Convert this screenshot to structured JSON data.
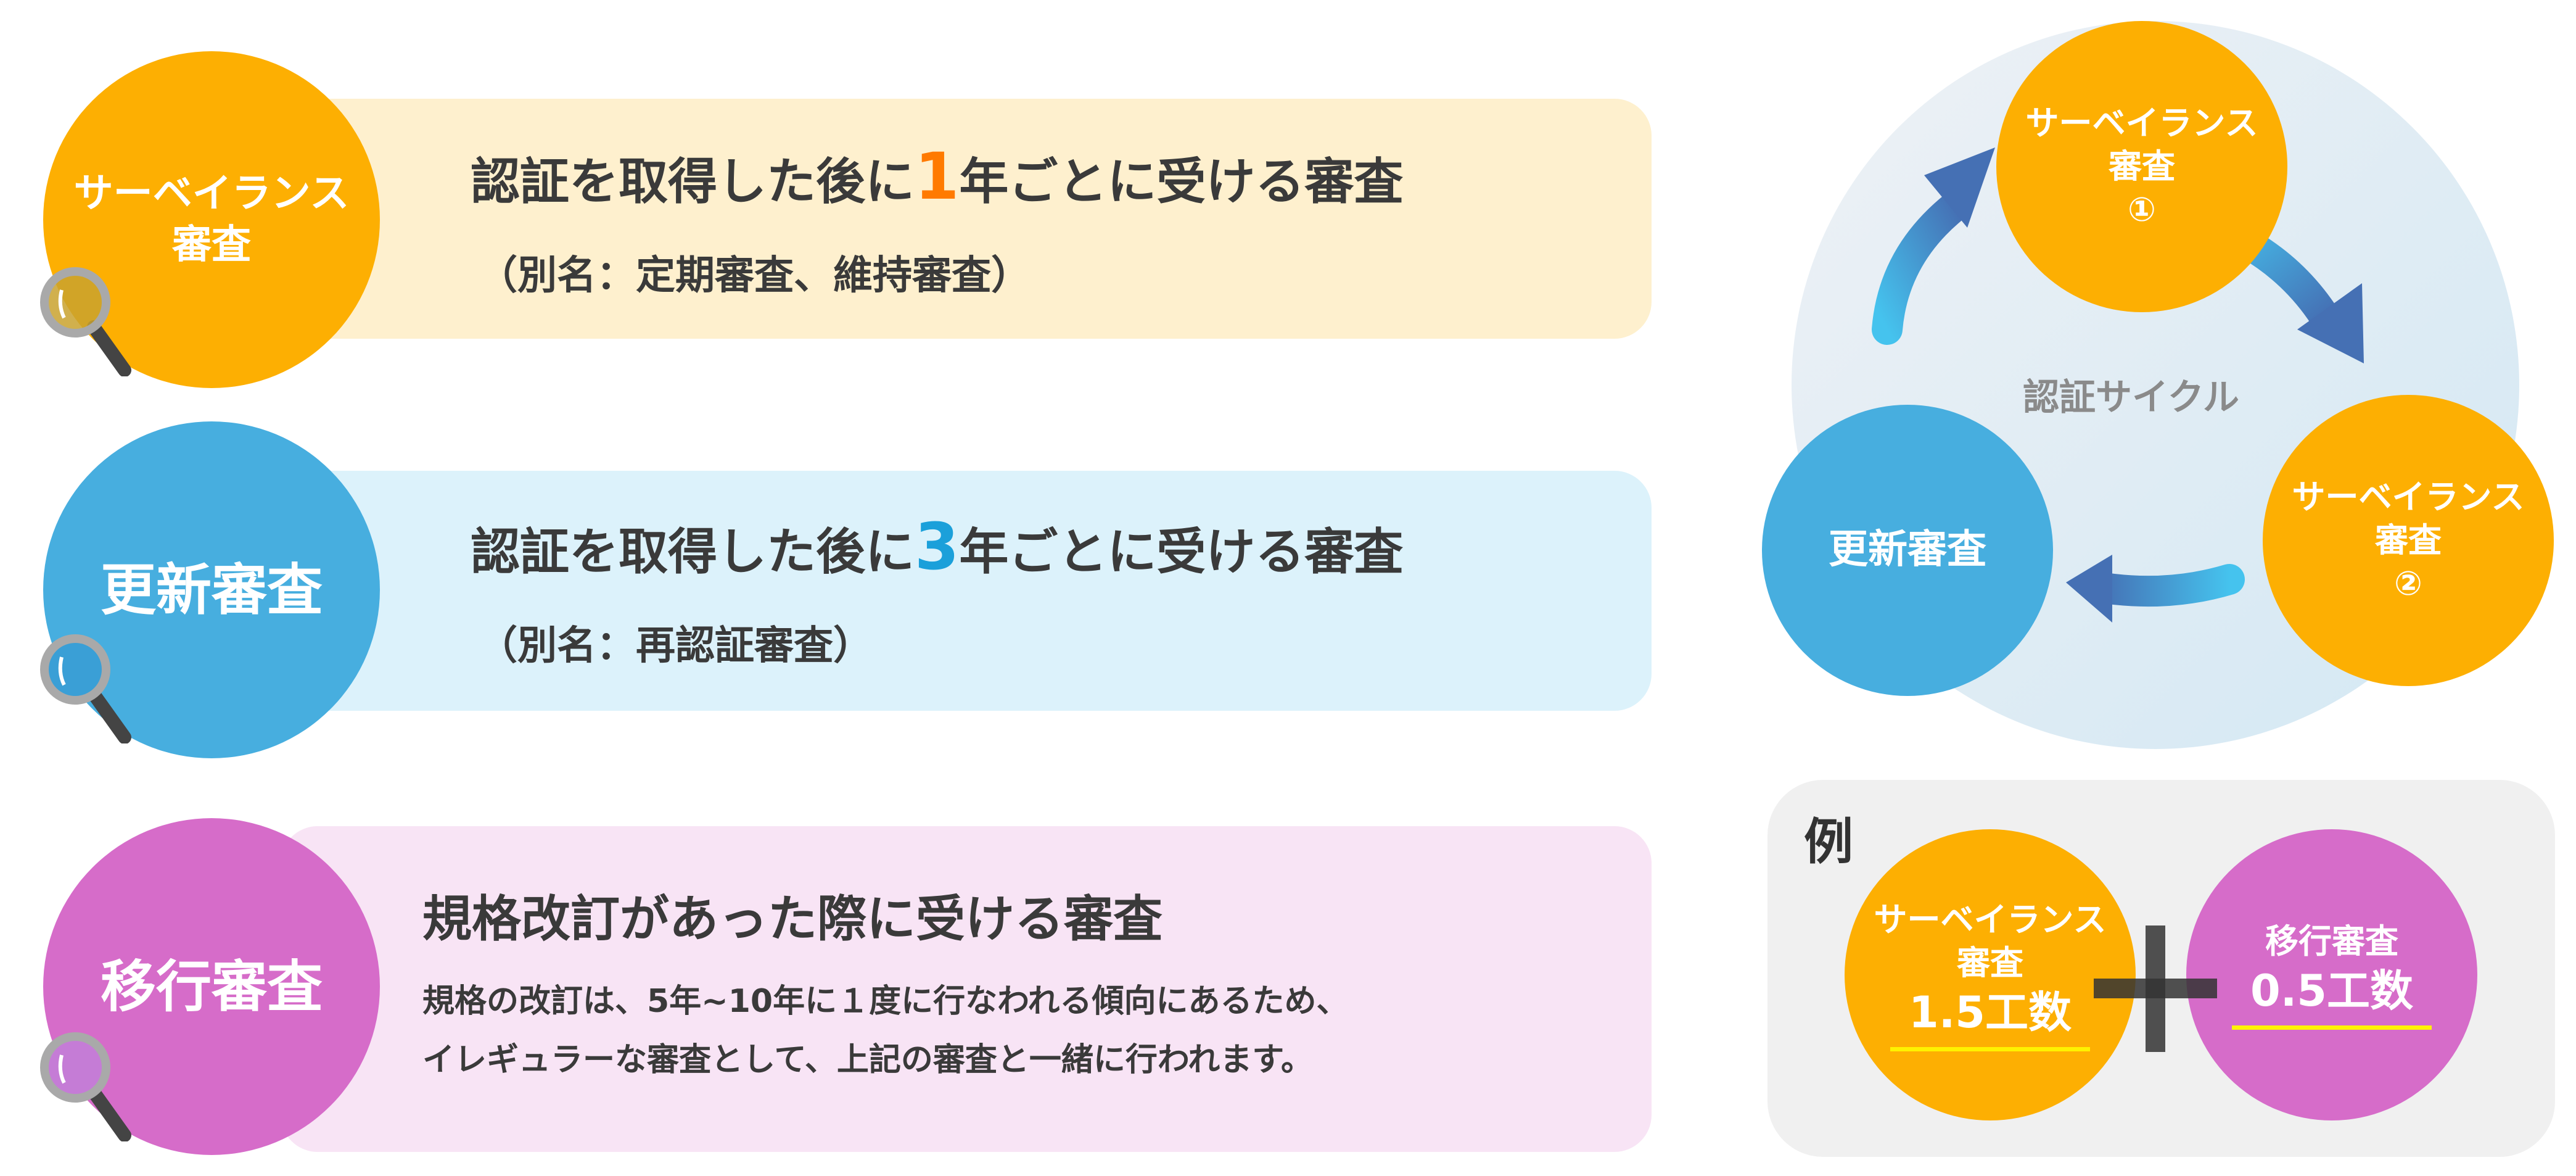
{
  "rows": [
    {
      "badge": [
        "サーベイランス",
        "審査"
      ],
      "main_pre": "認証を取得した後に",
      "highlight": "1",
      "main_post": "年ごとに受ける審査",
      "sub": "（別名：定期審査、維持審査）"
    },
    {
      "badge": [
        "更新審査"
      ],
      "main_pre": "認証を取得した後に",
      "highlight": "3",
      "main_post": "年ごとに受ける審査",
      "sub": "（別名：再認証審査）"
    },
    {
      "badge": [
        "移行審査"
      ],
      "title": "規格改訂があった際に受ける審査",
      "lines": [
        "規格の改訂は、5年~10年に１度に行なわれる傾向にあるため、",
        "イレギュラーな審査として、上記の審査と一緒に行われます。"
      ]
    }
  ],
  "cycle": {
    "center_label": "認証サイクル",
    "top": [
      "サーベイランス",
      "審査",
      "①"
    ],
    "right": [
      "サーベイランス",
      "審査",
      "②"
    ],
    "left": "更新審査"
  },
  "example": {
    "label": "例",
    "a": [
      "サーベイランス",
      "審査",
      "1.5工数"
    ],
    "b": [
      "移行審査",
      "0.5工数"
    ]
  },
  "colors": {
    "orange": "#FDAF02",
    "blue": "#47AEDF",
    "purple": "#D66CC9",
    "accent_orange": "#FF7A00",
    "accent_blue": "#1BA0DA"
  }
}
